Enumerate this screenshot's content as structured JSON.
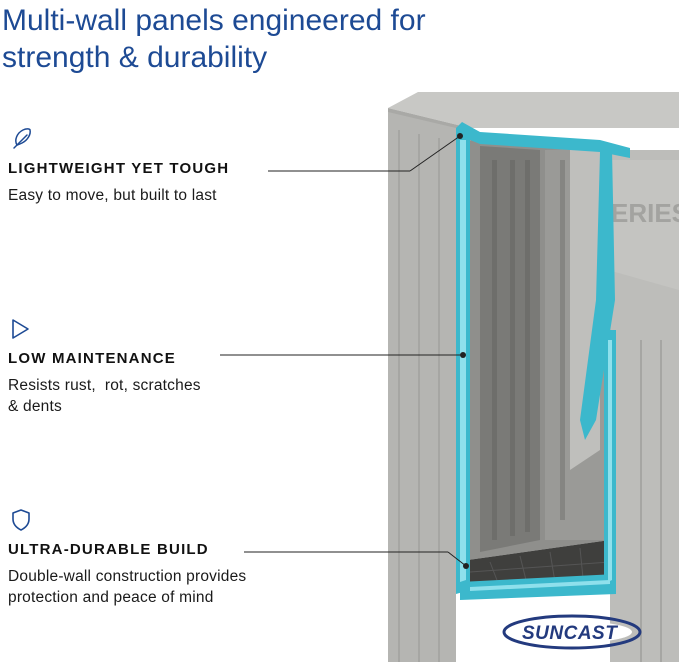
{
  "headline": {
    "line1": "Multi-wall panels engineered for",
    "line2": "strength & durability"
  },
  "features": [
    {
      "icon": "feather-icon",
      "title": "LIGHTWEIGHT YET TOUGH",
      "description": "Easy to move, but built to last"
    },
    {
      "icon": "play-triangle-icon",
      "title": "LOW MAINTENANCE",
      "description_line1": "Resists rust,  rot, scratches",
      "description_line2": "& dents"
    },
    {
      "icon": "shield-icon",
      "title": "ULTRA-DURABLE BUILD",
      "description_line1": "Double-wall construction provides",
      "description_line2": "protection and peace of mind"
    }
  ],
  "product_panel": {
    "visible_text": "ERIES"
  },
  "brand": {
    "logo_text": "SUNCAST"
  },
  "colors": {
    "headline": "#1d4a94",
    "wall_cutaway": "#3cb8cc",
    "shed_gray": "#b9b9b6",
    "logo": "#233a7e"
  }
}
